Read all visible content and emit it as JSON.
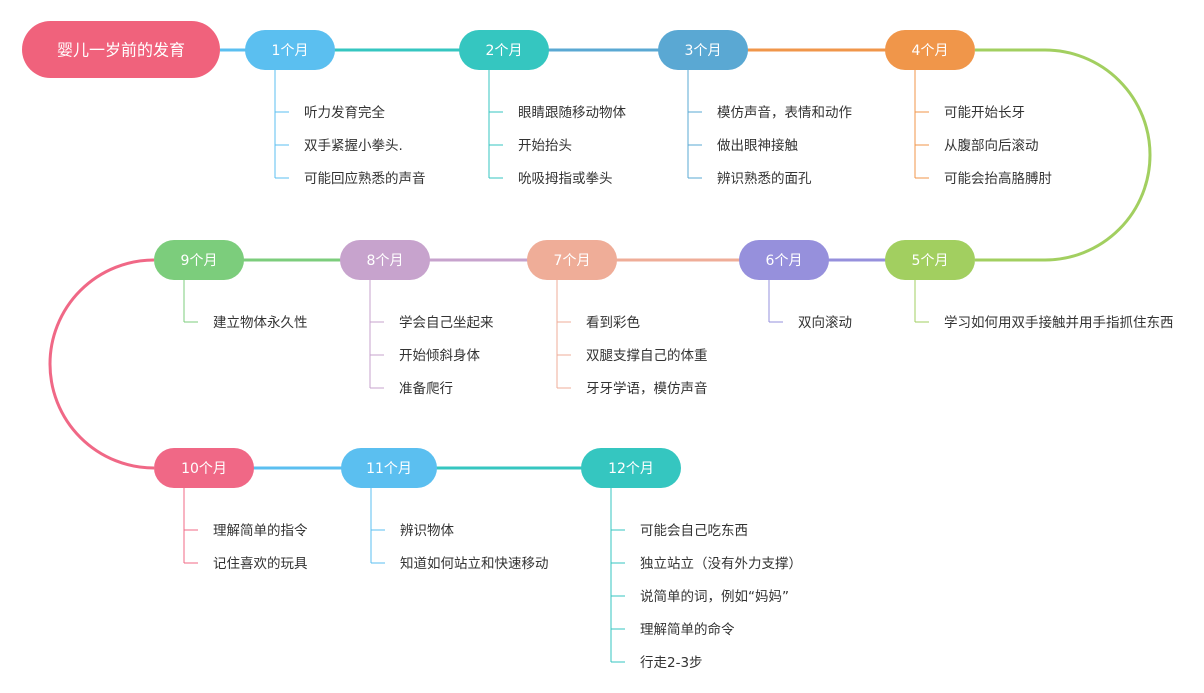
{
  "title": "婴儿一岁前的发育",
  "colors": {
    "root": "#f0627c",
    "m1": "#5bbff0",
    "m2": "#35c6c0",
    "m3": "#5aa8d3",
    "m4": "#f0964a",
    "m5": "#a2cf60",
    "m6": "#9690dc",
    "m7": "#efad98",
    "m8": "#c7a3cd",
    "m9": "#7ccd7c",
    "m10": "#f06886",
    "m11": "#5bbff0",
    "m12": "#35c6c0"
  },
  "months": [
    {
      "label": "1个月",
      "items": [
        "听力发育完全",
        "双手紧握小拳头.",
        "可能回应熟悉的声音"
      ]
    },
    {
      "label": "2个月",
      "items": [
        "眼睛跟随移动物体",
        "开始抬头",
        "吮吸拇指或拳头"
      ]
    },
    {
      "label": "3个月",
      "items": [
        "模仿声音，表情和动作",
        "做出眼神接触",
        "辨识熟悉的面孔"
      ]
    },
    {
      "label": "4个月",
      "items": [
        "可能开始长牙",
        "从腹部向后滚动",
        "可能会抬高胳膊肘"
      ]
    },
    {
      "label": "5个月",
      "items": [
        "学习如何用双手接触并用手指抓住东西"
      ]
    },
    {
      "label": "6个月",
      "items": [
        "双向滚动"
      ]
    },
    {
      "label": "7个月",
      "items": [
        "看到彩色",
        "双腿支撑自己的体重",
        "牙牙学语，模仿声音"
      ]
    },
    {
      "label": "8个月",
      "items": [
        "学会自己坐起来",
        "开始倾斜身体",
        "准备爬行"
      ]
    },
    {
      "label": "9个月",
      "items": [
        "建立物体永久性"
      ]
    },
    {
      "label": "10个月",
      "items": [
        "理解简单的指令",
        "记住喜欢的玩具"
      ]
    },
    {
      "label": "11个月",
      "items": [
        "辨识物体",
        "知道如何站立和快速移动"
      ]
    },
    {
      "label": "12个月",
      "items": [
        "可能会自己吃东西",
        "独立站立（没有外力支撑）",
        "说简单的词，例如“妈妈”",
        "理解简单的命令",
        "行走2-3步"
      ]
    }
  ]
}
